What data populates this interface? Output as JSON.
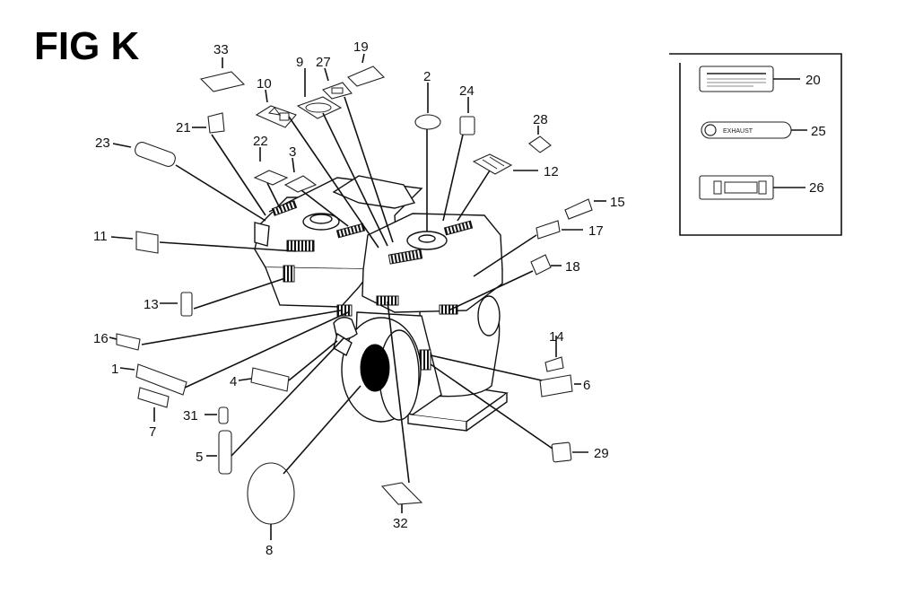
{
  "figure": {
    "title": "FIG K"
  },
  "callouts": {
    "c1": "1",
    "c2": "2",
    "c3": "3",
    "c4": "4",
    "c5": "5",
    "c6": "6",
    "c7": "7",
    "c8": "8",
    "c9": "9",
    "c10": "10",
    "c11": "11",
    "c12": "12",
    "c13": "13",
    "c14": "14",
    "c15": "15",
    "c16": "16",
    "c17": "17",
    "c18": "18",
    "c19": "19",
    "c20": "20",
    "c21": "21",
    "c22": "22",
    "c23": "23",
    "c24": "24",
    "c25": "25",
    "c26": "26",
    "c27": "27",
    "c28": "28",
    "c29": "29",
    "c31": "31",
    "c32": "32",
    "c33": "33"
  },
  "inset": {
    "tag25_text": "EXHAUST"
  },
  "colors": {
    "line": "#111111",
    "background": "#ffffff",
    "hatch": "#000000"
  }
}
